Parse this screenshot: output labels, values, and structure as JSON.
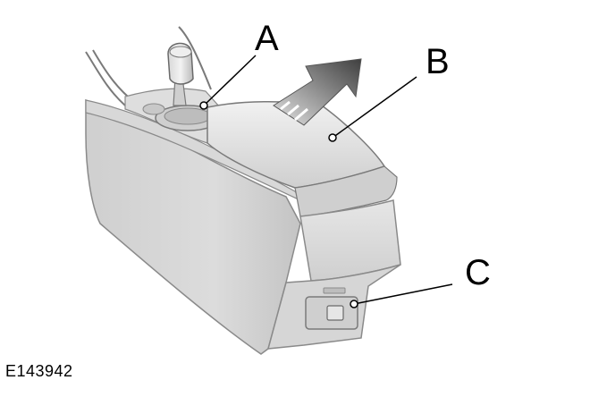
{
  "figure": {
    "id": "E143942",
    "callouts": [
      {
        "letter": "A",
        "target": "cup-holder-area"
      },
      {
        "letter": "B",
        "target": "armrest-lid"
      },
      {
        "letter": "C",
        "target": "power-socket"
      }
    ]
  },
  "colors": {
    "line": "#000000",
    "arrow_dark": "#4a4a4a",
    "arrow_light": "#d9d9d9",
    "panel_light": "#e8e8e8",
    "panel_mid": "#d2d2d2",
    "panel_dark": "#9a9a9a"
  }
}
